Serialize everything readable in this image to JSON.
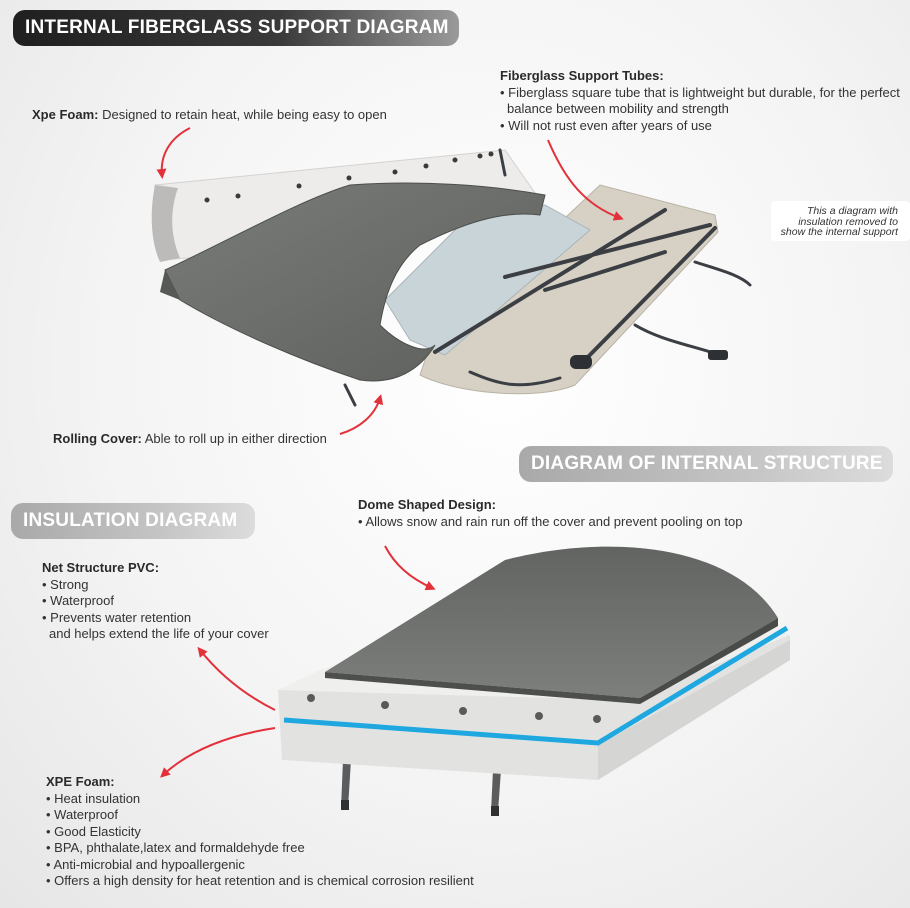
{
  "titles": {
    "main": "INTERNAL FIBERGLASS SUPPORT DIAGRAM",
    "internal_structure": "DIAGRAM OF INTERNAL STRUCTURE",
    "insulation": "INSULATION DIAGRAM"
  },
  "callouts": {
    "xpe_foam_top": {
      "label": "Xpe Foam:",
      "text": "Designed to retain heat, while being easy to open"
    },
    "rolling_cover": {
      "label": "Rolling Cover:",
      "text": "Able to roll up in either direction"
    },
    "fiberglass_tubes": {
      "label": "Fiberglass Support Tubes:",
      "bullets": [
        "• Fiberglass square tube that is lightweight but durable, for the perfect",
        "balance between mobility and strength",
        "• Will not rust even after years of use"
      ]
    },
    "internal_note": {
      "lines": [
        "This a diagram with",
        "insulation removed to",
        "show the internal support"
      ]
    },
    "dome_design": {
      "label": "Dome Shaped Design:",
      "bullets": [
        "•  Allows snow and rain run off the cover and prevent pooling on top"
      ]
    },
    "net_pvc": {
      "label": "Net Structure PVC:",
      "bullets": [
        "• Strong",
        "• Waterproof",
        "• Prevents water retention",
        "and helps extend the life of your cover"
      ]
    },
    "xpe_foam_bottom": {
      "label": "XPE Foam:",
      "bullets": [
        "• Heat insulation",
        "• Waterproof",
        "• Good Elasticity",
        "• BPA, phthalate,latex and formaldehyde free",
        "• Anti-microbial and hypoallergenic",
        "• Offers a high density for heat retention and is chemical corrosion resilient"
      ]
    }
  },
  "colors": {
    "arrow": "#e2313a",
    "cover_grey": "#6c6e6c",
    "foam_blue": "#1fa8e0",
    "base_beige": "#d6d1c4"
  }
}
